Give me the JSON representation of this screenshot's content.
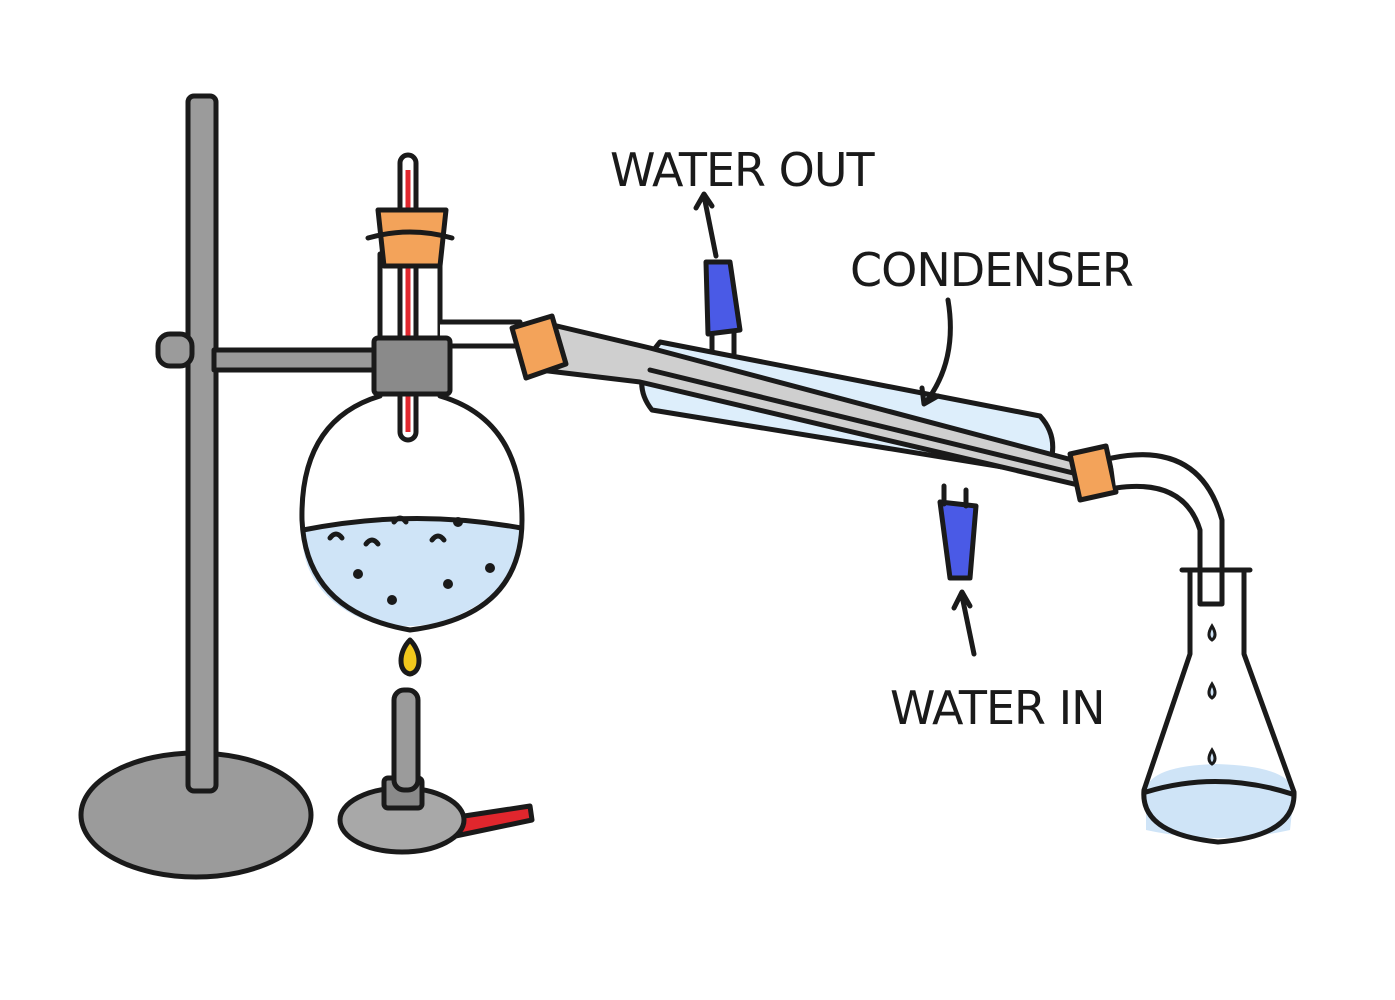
{
  "labels": {
    "water_out": "WATER OUT",
    "condenser": "CONDENSER",
    "water_in": "WATER IN"
  },
  "colors": {
    "stand_gray": "#9b9b9b",
    "clamp_gray": "#8a8a8a",
    "liquid_blue": "#cfe4f7",
    "condenser_blue": "#ddeefb",
    "hose_blue": "#4a5ae6",
    "cork_orange": "#f3a35a",
    "thermometer_red": "#e0262d",
    "flame_yellow": "#f2c81c",
    "gas_hose_red": "#e0262d",
    "ink": "#1a1a1a"
  }
}
